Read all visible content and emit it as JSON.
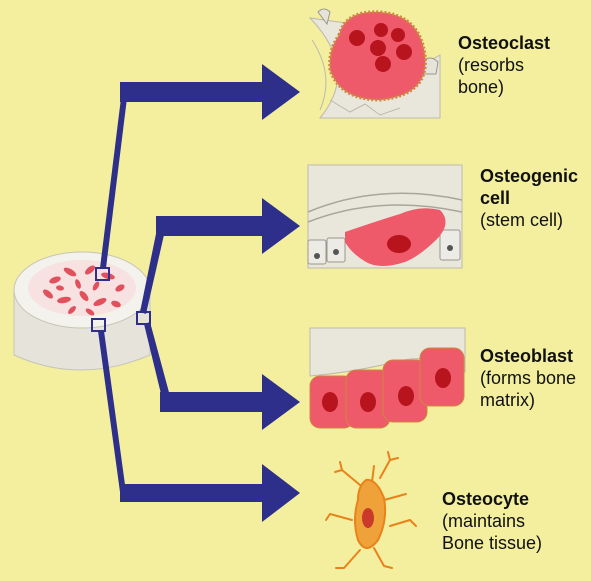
{
  "colors": {
    "background": "#f3ef9f",
    "arrow": "#2e2f8a",
    "cell_fill": "#ee5a6a",
    "nucleus": "#b8141e",
    "bone": "#e9e6dc"
  },
  "cells": [
    {
      "id": "osteoclast",
      "name": "Osteoclast",
      "desc_lines": [
        "(resorbs",
        "bone)"
      ]
    },
    {
      "id": "osteogenic",
      "name_lines": [
        "Osteogenic",
        "cell"
      ],
      "desc_lines": [
        "(stem cell)"
      ]
    },
    {
      "id": "osteoblast",
      "name": "Osteoblast",
      "desc_lines": [
        "(forms bone",
        "matrix)"
      ]
    },
    {
      "id": "osteocyte",
      "name": "Osteocyte",
      "desc_lines": [
        "(maintains",
        "Bone tissue)"
      ]
    }
  ]
}
